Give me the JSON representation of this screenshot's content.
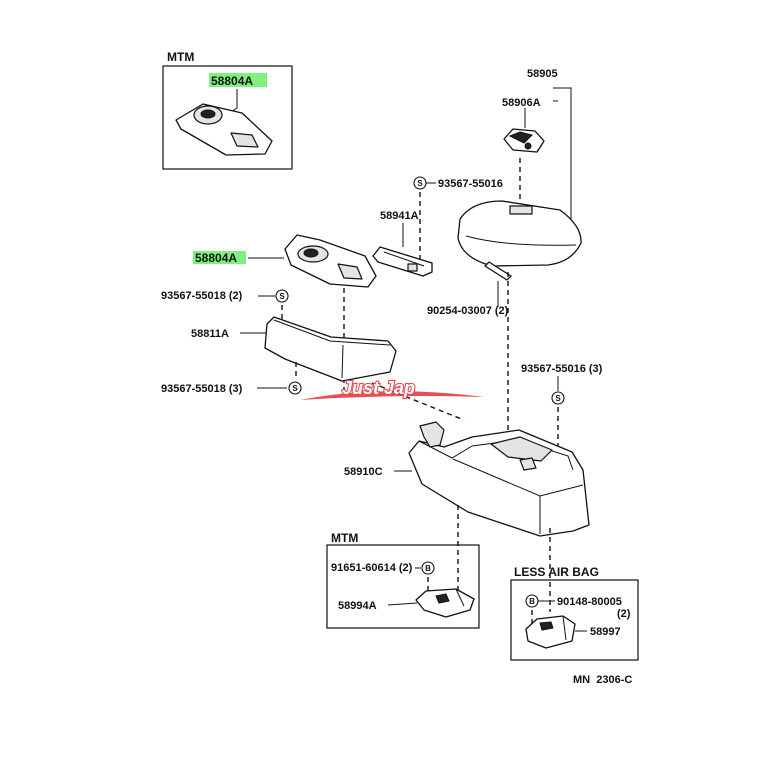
{
  "boxes": {
    "mtm_top": "MTM",
    "mtm_bottom": "MTM",
    "less_air_bag": "LESS AIR BAG"
  },
  "parts": {
    "p58804A_box": "58804A",
    "p58804A": "58804A",
    "p58905": "58905",
    "p58906A": "58906A",
    "p93567_55016_a": "93567-55016",
    "p58941A": "58941A",
    "p90254_03007": "90254-03007 (2)",
    "p93567_55018_2": "93567-55018 (2)",
    "p58811A": "58811A",
    "p93567_55018_3": "93567-55018 (3)",
    "p93567_55016_3": "93567-55016 (3)",
    "p58910C": "58910C",
    "p91651_60614": "91651-60614 (2)",
    "p58994A": "58994A",
    "p90148_80005": "90148-80005",
    "p90148_80005_qty": "(2)",
    "p58997": "58997",
    "diagram_ref": "MN  2306-C"
  },
  "symbols": {
    "screw": "S",
    "bolt": "B"
  },
  "watermark": "Just Jap",
  "colors": {
    "highlight": "#7ef07e",
    "watermark": "#e0323a"
  }
}
